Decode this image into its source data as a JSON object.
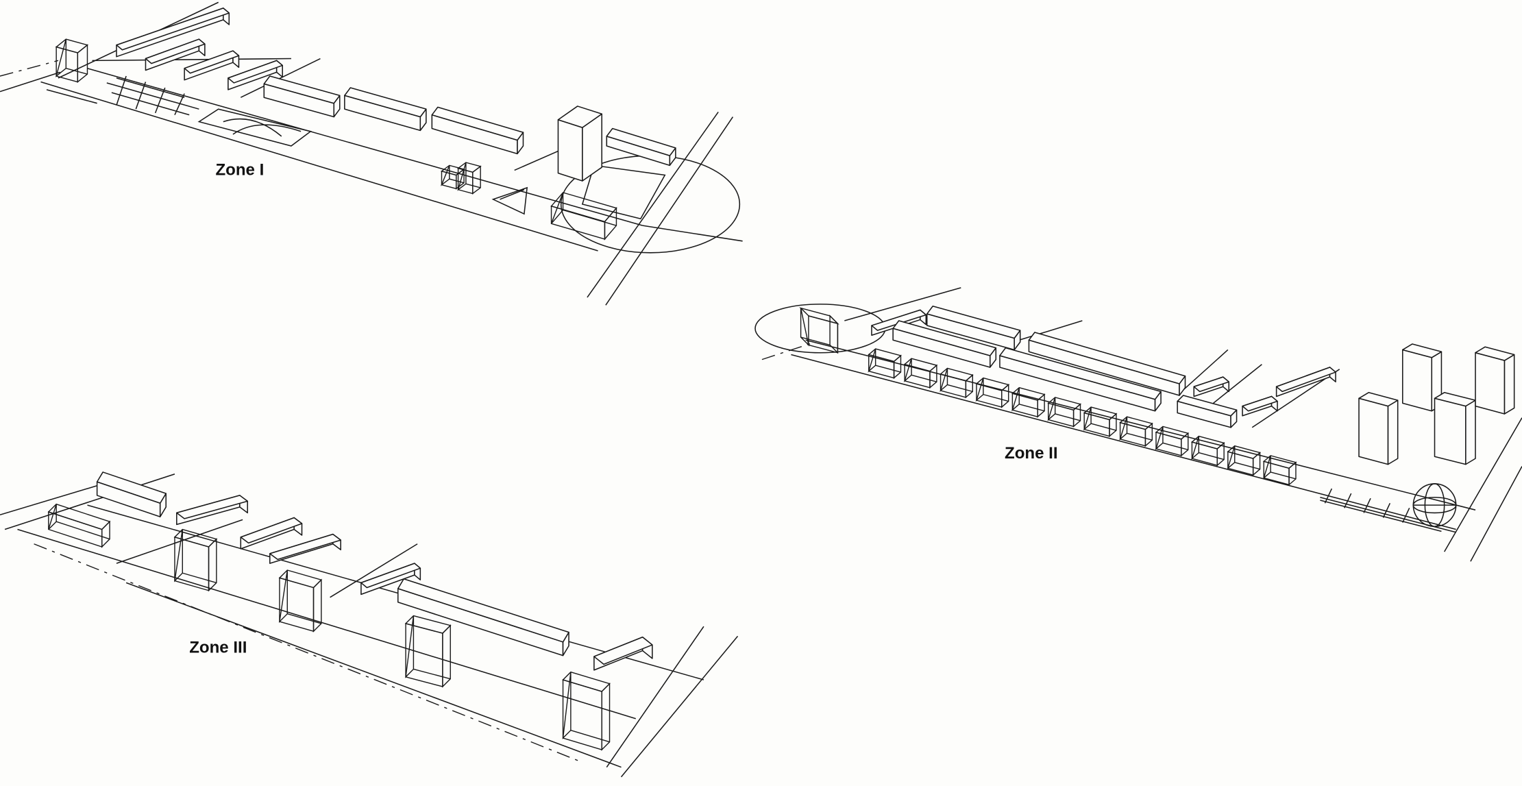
{
  "zones": [
    {
      "label": "Zone I"
    },
    {
      "label": "Zone II"
    },
    {
      "label": "Zone III"
    }
  ],
  "colors": {
    "ink": "#1a1a1a",
    "paper": "#fdfdfb"
  }
}
